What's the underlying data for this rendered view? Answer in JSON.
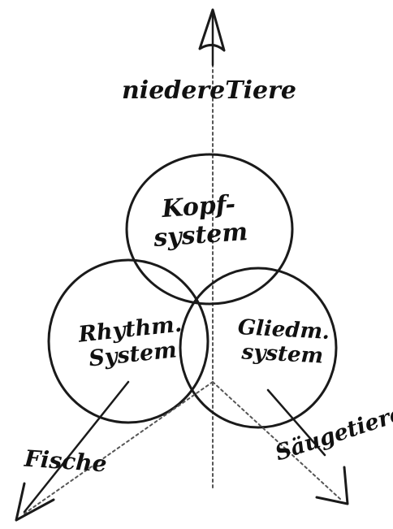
{
  "diagram": {
    "labels": {
      "top": "niedereTiere",
      "head_system_line1": "Kopf-",
      "head_system_line2": "system",
      "rhythm_system_line1": "Rhythm.",
      "rhythm_system_line2": "System",
      "limb_system_line1": "Gliedm.",
      "limb_system_line2": "system",
      "bottom_left": "Fische",
      "bottom_right": "Säugetiere"
    },
    "colors": {
      "background": "#ffffff",
      "ink": "#1a1a1a"
    }
  }
}
